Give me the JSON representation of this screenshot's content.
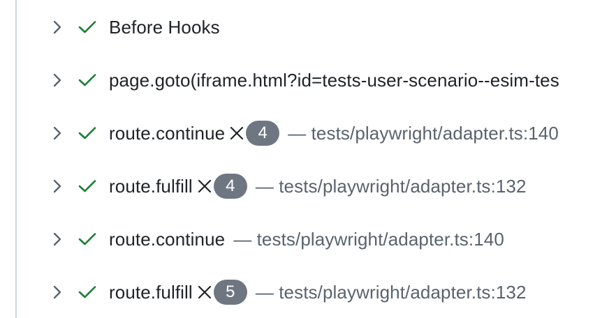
{
  "steps": [
    {
      "title": "Before Hooks",
      "count": null,
      "location": null
    },
    {
      "title": "page.goto(iframe.html?id=tests-user-scenario--esim-tes",
      "count": null,
      "location": null
    },
    {
      "title": "route.continue",
      "count": "4",
      "location": "— tests/playwright/adapter.ts:140"
    },
    {
      "title": "route.fulfill",
      "count": "4",
      "location": "— tests/playwright/adapter.ts:132"
    },
    {
      "title": "route.continue",
      "count": null,
      "location": "— tests/playwright/adapter.ts:140"
    },
    {
      "title": "route.fulfill",
      "count": "5",
      "location": "— tests/playwright/adapter.ts:132"
    }
  ],
  "colors": {
    "check": "#1a7f37",
    "chevron": "#59636e",
    "badge": "#6e7781",
    "location": "#59636e",
    "text": "#1f2328"
  },
  "icons": {
    "expand": "chevron-right-icon",
    "status": "check-icon",
    "multiplier": "times-icon"
  }
}
